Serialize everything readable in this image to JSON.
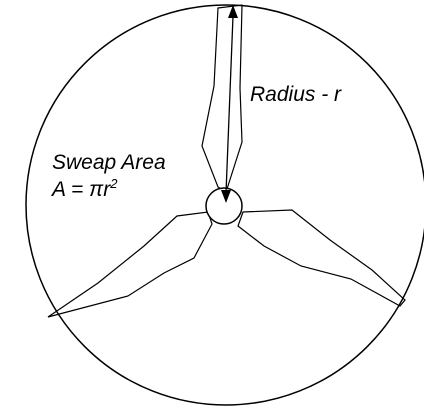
{
  "labels": {
    "radius": "Radius - r",
    "sweap": "Sweap Area",
    "formula_lhs": "A = πr",
    "formula_exp": "2"
  },
  "colors": {
    "stroke": "#000000",
    "background": "#ffffff"
  }
}
